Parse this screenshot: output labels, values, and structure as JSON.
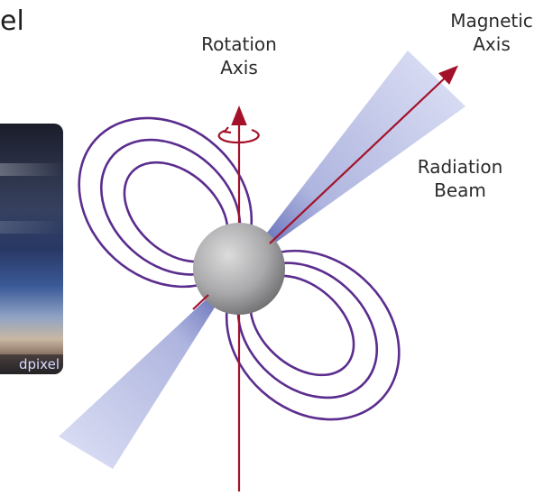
{
  "title_fragment": "el",
  "photo": {
    "credit": "dpixel"
  },
  "labels": {
    "rotation_axis": [
      "Rotation",
      "Axis"
    ],
    "magnetic_axis": [
      "Magnetic",
      "Axis"
    ],
    "radiation_beam": [
      "Radiation",
      "Beam"
    ]
  },
  "colors": {
    "axis": "#a3122a",
    "field_lines": "#5b2d8e",
    "beam": "#3d49a8",
    "star": "#a8a8aa"
  }
}
